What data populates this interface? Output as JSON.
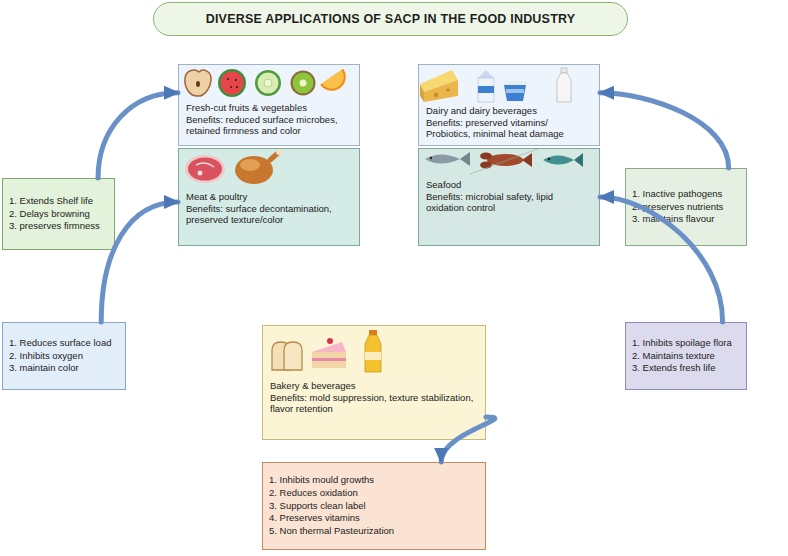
{
  "diagram": {
    "title": "DIVERSE APPLICATIONS OF SACP IN THE FOOD INDUSTRY",
    "nodes": [
      {
        "text": [
          "Fresh-cut fruits & vegetables",
          "Benefits: reduced surface microbes, retained firmness and color"
        ]
      },
      {
        "text": [
          "Dairy and dairy beverages",
          "Benefits: preserved vitamins/ Probiotics, minimal heat damage"
        ]
      },
      {
        "text": [
          "1. Extends Shelf life",
          "2. Delays browning",
          "3. preserves firmness"
        ]
      },
      {
        "text": [
          "Meat & poultry",
          "Benefits: surface decontamination, preserved texture/color"
        ]
      },
      {
        "text": [
          "Seafood",
          "Benefits: microbial safety, lipid oxidation control"
        ]
      },
      {
        "text": [
          "1. Inactive pathogens",
          "2. preserves nutrients",
          "3. maintains flavour"
        ]
      },
      {
        "text": [
          "1. Reduces surface load",
          "2. Inhibits oxygen",
          "3. maintain color"
        ]
      },
      {
        "text": [
          "Bakery & beverages",
          "Benefits: mold suppression, texture stabilization, flavor retention"
        ]
      },
      {
        "text": [
          "1. Inhibits spoilage flora",
          "2. Maintains texture",
          "3. Extends fresh life"
        ]
      },
      {
        "text": [
          "1. Inhibits mould growths",
          "2. Reduces oxidation",
          "3. Supports clean label",
          "4. Preserves vitamins",
          "5. Non thermal Pasteurization"
        ]
      }
    ],
    "edges": [
      {
        "from": 2,
        "to": 0,
        "arrow": "to"
      },
      {
        "from": 5,
        "to": 1,
        "arrow": "to"
      },
      {
        "from": 6,
        "to": 3,
        "arrow": "to"
      },
      {
        "from": 8,
        "to": 4,
        "arrow": "to"
      },
      {
        "from": 7,
        "to": 9,
        "arrow": "to"
      }
    ]
  }
}
